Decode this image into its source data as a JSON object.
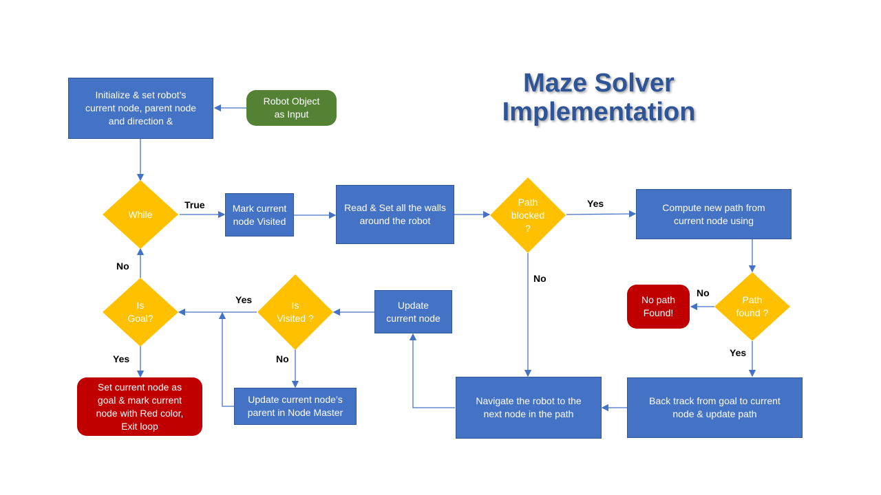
{
  "title": "Maze Solver\nImplementation",
  "colors": {
    "process": "#4472C4",
    "decision": "#FFC000",
    "start": "#548235",
    "terminal": "#C00000",
    "arrow": "#4472C4",
    "title": "#2F5597"
  },
  "nodes": {
    "init": "Initialize  & set robot’s\ncurrent node, parent node\nand direction &",
    "robot_input": "Robot Object\nas Input",
    "while": "While",
    "mark_visited": "Mark current\nnode Visited",
    "read_walls": "Read & Set all the walls\naround the robot",
    "path_blocked": "Path\nblocked\n?",
    "compute_path": "Compute new path from\ncurrent node using",
    "path_found": "Path\nfound ?",
    "no_path": "No path\nFound!",
    "backtrack": "Back track from goal to current\nnode  & update path",
    "navigate": "Navigate the robot  to the\nnext node in the path",
    "update_current": "Update\ncurrent node",
    "is_visited": "Is\nVisited ?",
    "update_parent": "Update current node’s\nparent in Node Master",
    "is_goal": "Is\nGoal?",
    "set_goal": "Set current node as\ngoal & mark current\nnode with Red color,\nExit loop"
  },
  "edge_labels": {
    "while_true": "True",
    "blocked_yes": "Yes",
    "blocked_no": "No",
    "found_no": "No",
    "found_yes": "Yes",
    "visited_yes": "Yes",
    "visited_no": "No",
    "goal_no": "No",
    "goal_yes": "Yes"
  }
}
